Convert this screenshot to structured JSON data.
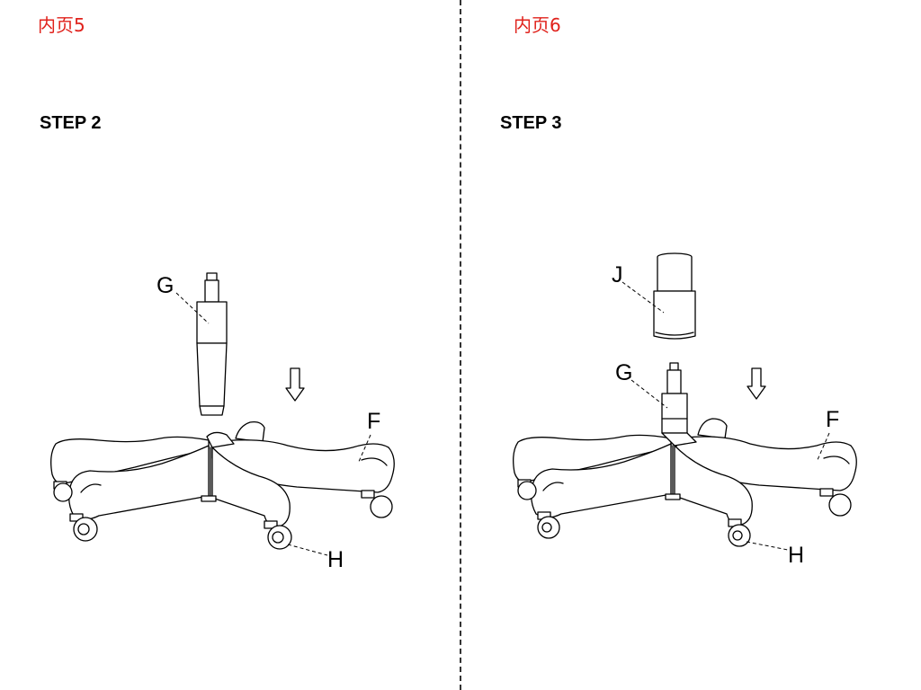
{
  "pages": [
    {
      "page_number": "内页5",
      "step": "STEP 2",
      "callouts": {
        "g": "G",
        "f": "F",
        "h": "H"
      }
    },
    {
      "page_number": "内页6",
      "step": "STEP 3",
      "callouts": {
        "j": "J",
        "g": "G",
        "f": "F",
        "h": "H"
      }
    }
  ],
  "colors": {
    "page_number": "#e0211b",
    "line_art": "#000000",
    "divider": "#333333"
  }
}
